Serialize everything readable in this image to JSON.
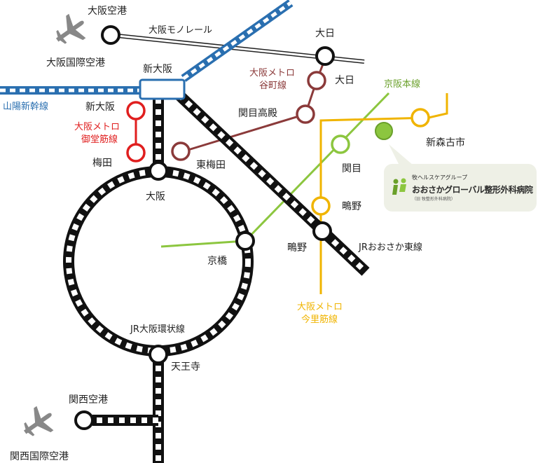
{
  "lines": {
    "shinkansen": {
      "name": "山陽新幹線",
      "color": "#2a6fb0"
    },
    "monorail": {
      "name": "大阪モノレール",
      "color": "#222222"
    },
    "tanimachi": {
      "name_l1": "大阪メトロ",
      "name_l2": "谷町線",
      "color": "#8b3a3a"
    },
    "midosuji": {
      "name_l1": "大阪メトロ",
      "name_l2": "御堂筋線",
      "color": "#e01e1e"
    },
    "keihan": {
      "name": "京阪本線",
      "color": "#8cc63f"
    },
    "imazatosuji": {
      "name_l1": "大阪メトロ",
      "name_l2": "今里筋線",
      "color": "#f0b400"
    },
    "osaka_higashi": {
      "name": "JRおおさか東線",
      "color": "#111111"
    },
    "loop": {
      "name": "JR大阪環状線",
      "color": "#111111"
    }
  },
  "stations": {
    "osaka_airport": "大阪空港",
    "osaka_intl_airport": "大阪国際空港",
    "shin_osaka": "新大阪",
    "dainichi_top": "大日",
    "dainichi_metro": "大日",
    "sekime_takadono": "関目高殿",
    "shin_osaka_metro": "新大阪",
    "umeda": "梅田",
    "higashi_umeda": "東梅田",
    "osaka": "大阪",
    "sekime": "関目",
    "shinmorifuruichi": "新森古市",
    "shigino_yellow": "鴫野",
    "shigino": "鴫野",
    "kyobashi": "京橋",
    "tennoji": "天王寺",
    "kansai_airport": "関西空港",
    "kansai_intl_airport": "関西国際空港"
  },
  "legend": {
    "group": "牧ヘルスケアグループ",
    "hospital": "おおさかグローバル整形外科病院",
    "note": "（旧 牧整形外科病院）",
    "marker_color": "#8cc63f"
  },
  "icons": {
    "airport": "airplane-icon",
    "hospital": "hospital-marker"
  }
}
